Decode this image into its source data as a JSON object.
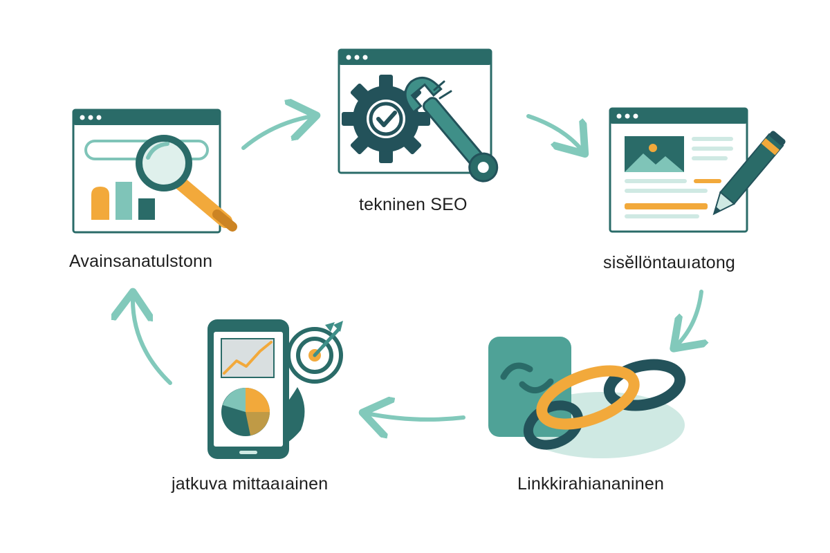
{
  "colors": {
    "teal_dark": "#2a6b68",
    "teal": "#3f8f88",
    "teal_light": "#7fc4b8",
    "teal_pale": "#cfe9e3",
    "orange": "#f2a93b",
    "charcoal": "#23525a",
    "arrow": "#82c9bb"
  },
  "steps": [
    {
      "id": "keyword",
      "label": "Avainsanatulstonn",
      "icon": "magnifier-browser-icon"
    },
    {
      "id": "tech",
      "label": "tekninen SEO",
      "icon": "gear-wrench-browser-icon"
    },
    {
      "id": "content",
      "label": "sisĕllöntauıatong",
      "icon": "pencil-content-browser-icon"
    },
    {
      "id": "link",
      "label": "Linkkirahiananinen",
      "icon": "chain-link-icon"
    },
    {
      "id": "measure",
      "label": "jatkuva mittaaıainen",
      "icon": "phone-analytics-target-icon"
    }
  ]
}
